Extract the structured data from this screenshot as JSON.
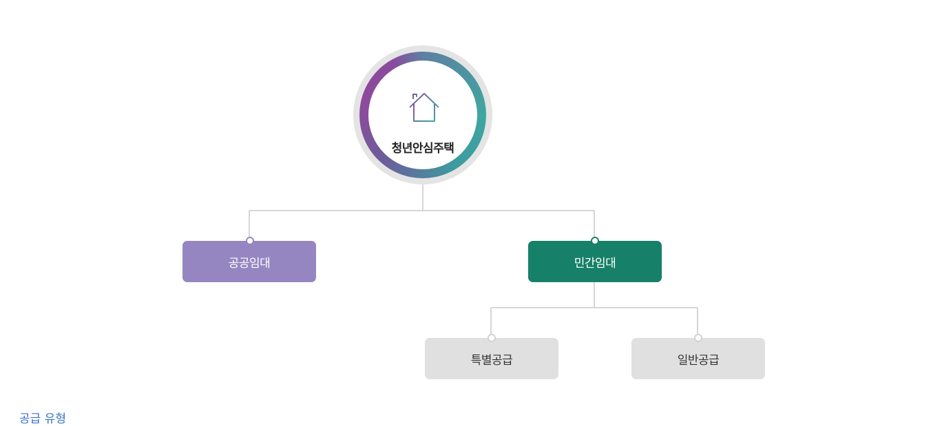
{
  "root": {
    "label": "청년안심주택",
    "icon": "house-icon"
  },
  "branches": {
    "public": {
      "label": "공공임대",
      "color": "#9586c1"
    },
    "private": {
      "label": "민간임대",
      "color": "#168068"
    }
  },
  "sub_branches": {
    "special": {
      "label": "특별공급"
    },
    "general": {
      "label": "일반공급"
    }
  },
  "footer": {
    "partial_heading": "공급 유형"
  },
  "colors": {
    "connector": "#c8c8c8",
    "node_gray": "#e0e0e0",
    "ring_purple": "#8e4a9c",
    "ring_teal": "#3fa6a0"
  }
}
